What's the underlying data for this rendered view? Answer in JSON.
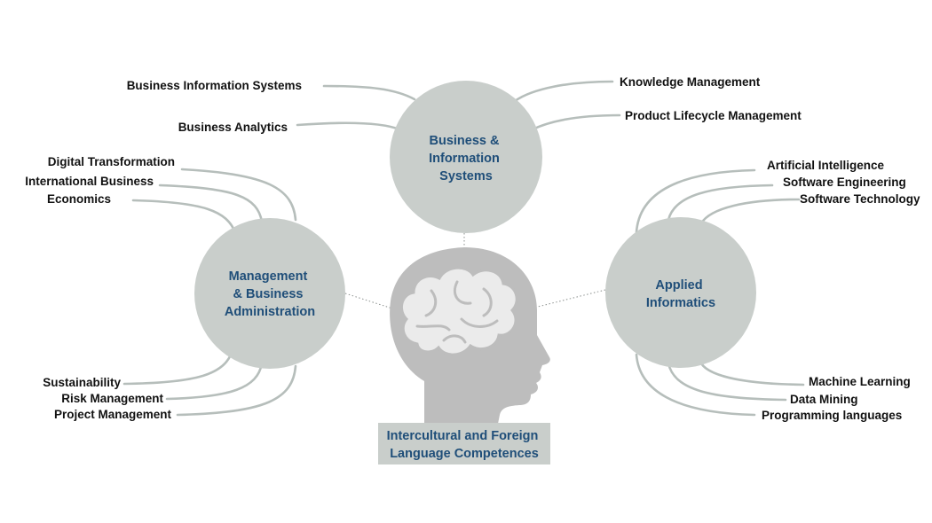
{
  "hubs": {
    "business_info": {
      "lines": [
        "Business &",
        "Information",
        "Systems"
      ]
    },
    "management": {
      "lines": [
        "Management",
        "& Business",
        "Administration"
      ]
    },
    "applied": {
      "lines": [
        "Applied",
        "Informatics"
      ]
    }
  },
  "center": {
    "lines": [
      "Intercultural and Foreign",
      "Language Competences"
    ]
  },
  "topics": {
    "business_info_left": [
      "Business Information Systems",
      "Business Analytics"
    ],
    "business_info_right": [
      "Knowledge Management",
      "Product Lifecycle Management"
    ],
    "management_top": [
      "Digital Transformation",
      "International Business",
      "Economics"
    ],
    "management_bottom": [
      "Sustainability",
      "Risk Management",
      "Project Management"
    ],
    "applied_top": [
      "Artificial Intelligence",
      "Software Engineering",
      "Software Technology"
    ],
    "applied_bottom": [
      "Machine Learning",
      "Data Mining",
      "Programming languages"
    ]
  },
  "colors": {
    "hub_fill": "#c9cecb",
    "hub_text": "#1f4e79",
    "head_fill": "#bdbdbd",
    "brain_fill": "#ebebeb",
    "tendril": "#b6bebb",
    "topic_text": "#111111"
  }
}
